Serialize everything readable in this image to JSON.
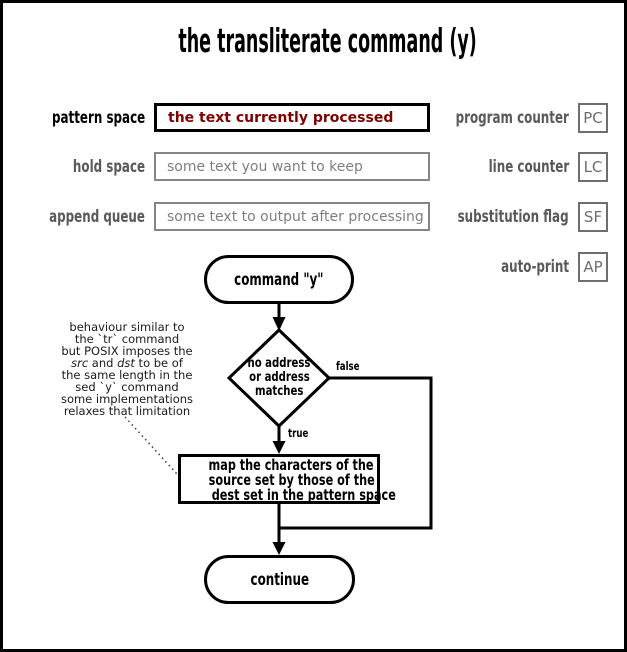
{
  "title": "the transliterate command (y)",
  "registers": {
    "rows": [
      {
        "label": "pattern space",
        "value": "the text currently processed"
      },
      {
        "label": "hold space",
        "value": "some text you want to keep"
      },
      {
        "label": "append queue",
        "value": "some text to output after processing"
      }
    ],
    "flags": [
      {
        "label": "program counter",
        "abbr": "PC"
      },
      {
        "label": "line counter",
        "abbr": "LC"
      },
      {
        "label": "substitution flag",
        "abbr": "SF"
      },
      {
        "label": "auto-print",
        "abbr": "AP"
      }
    ]
  },
  "flowchart": {
    "start_label": "command \"y\"",
    "decision_line1": "no address",
    "decision_line2": "or address",
    "decision_line3": "matches",
    "false_label": "false",
    "true_label": "true",
    "process_line1": "map the characters of the",
    "process_line2": "source set by those of the",
    "process_line3": "dest set in the pattern space",
    "end_label": "continue"
  },
  "note": {
    "line1": "behaviour similar to",
    "line2": "the `tr` command",
    "line3": "but POSIX imposes the",
    "line4_src": "src",
    "line4_mid": " and ",
    "line4_dst": "dst",
    "line4_end": " to be of",
    "line5": "the same length in the",
    "line6": "sed `y` command",
    "line7": "some implementations",
    "line8": "relaxes that limitation"
  },
  "colors": {
    "highlight_text": "#7f0000",
    "inactive_gray": "#6e6e6e",
    "line_black": "#000000"
  }
}
